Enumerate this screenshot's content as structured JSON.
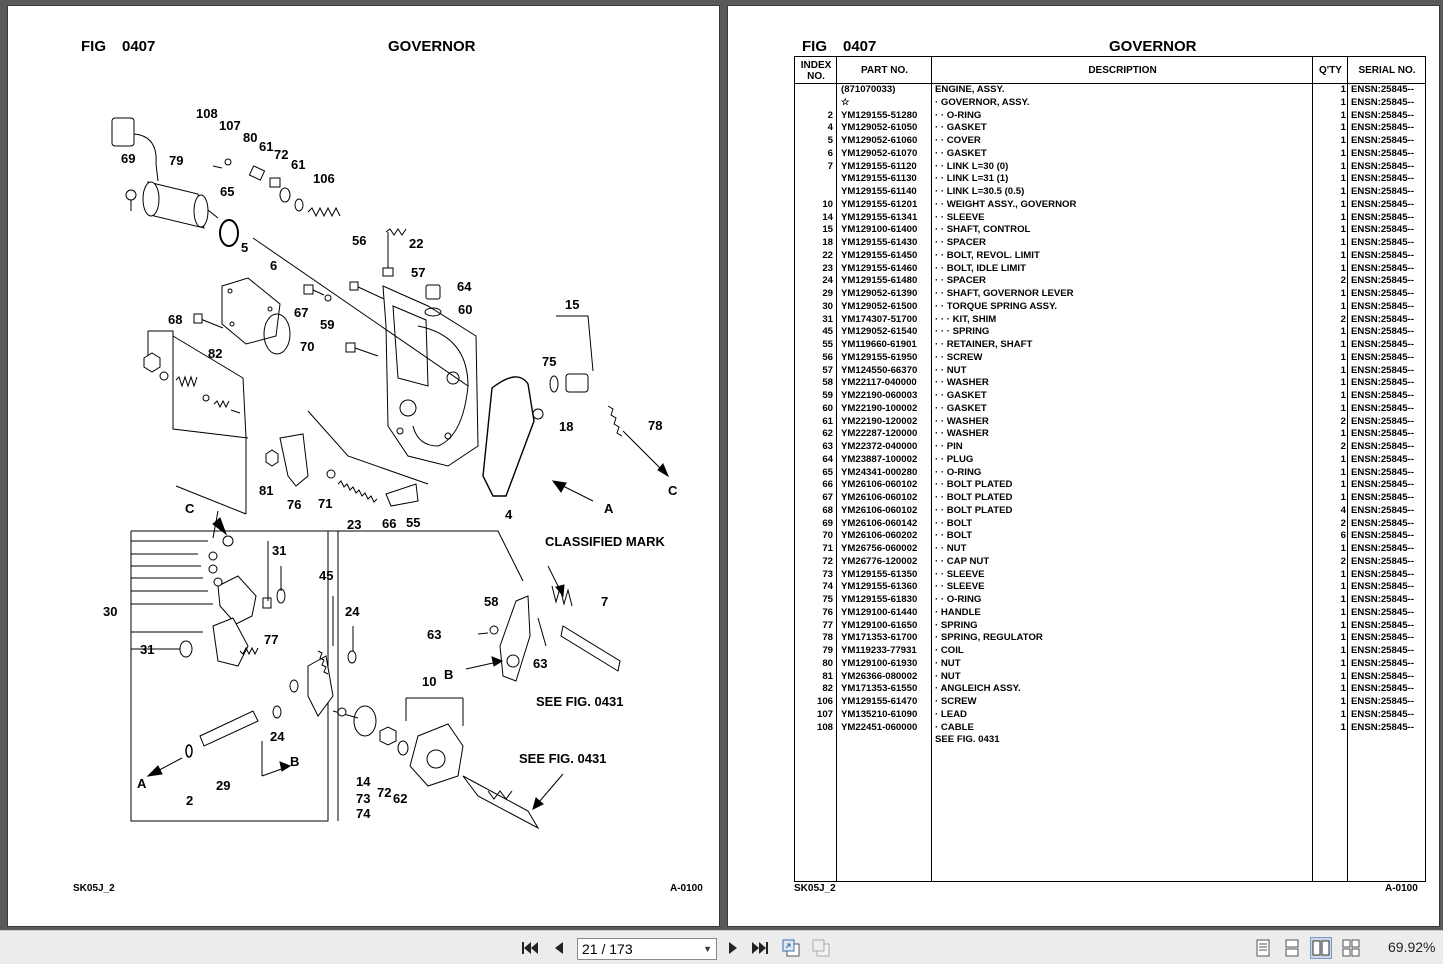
{
  "left_page": {
    "fig_label": "FIG",
    "fig_number": "0407",
    "title": "GOVERNOR",
    "footer_left": "SK05J_2",
    "footer_right": "A-0100",
    "callouts": {
      "c108": "108",
      "c107": "107",
      "c80": "80",
      "c61a": "61",
      "c72a": "72",
      "c61b": "61",
      "c106": "106",
      "c69": "69",
      "c79": "79",
      "c65": "65",
      "c5": "5",
      "c6": "6",
      "c56": "56",
      "c22": "22",
      "c57": "57",
      "c64": "64",
      "c60": "60",
      "c67": "67",
      "c59": "59",
      "c68": "68",
      "c82": "82",
      "c70": "70",
      "c15": "15",
      "c75": "75",
      "c18": "18",
      "c78": "78",
      "cA1": "A",
      "cC1": "C",
      "c81": "81",
      "c76": "76",
      "c71": "71",
      "c23": "23",
      "c66": "66",
      "c55": "55",
      "c4": "4",
      "cC2": "C",
      "c31a": "31",
      "c45": "45",
      "classified": "CLASSIFIED MARK",
      "c30": "30",
      "c24a": "24",
      "c77": "77",
      "c58": "58",
      "c7": "7",
      "c63a": "63",
      "c63b": "63",
      "c31b": "31",
      "cB1": "B",
      "c10": "10",
      "see1": "SEE FIG. 0431",
      "cA2": "A",
      "c24b": "24",
      "cB2": "B",
      "c29": "29",
      "c2": "2",
      "c14": "14",
      "c73": "73",
      "c74": "74",
      "c72b": "72",
      "c62": "62",
      "see2": "SEE FIG. 0431"
    }
  },
  "right_page": {
    "fig_label": "FIG",
    "fig_number": "0407",
    "title": "GOVERNOR",
    "footer_left": "SK05J_2",
    "footer_right": "A-0100",
    "columns": {
      "index": "INDEX NO.",
      "part": "PART NO.",
      "desc": "DESCRIPTION",
      "qty": "Q'TY",
      "serial": "SERIAL NO."
    },
    "rows": [
      {
        "idx": "",
        "part": "(871070033)",
        "desc": "ENGINE, ASSY.",
        "qty": "1",
        "serial": "ENSN:25845--"
      },
      {
        "idx": "",
        "part": "☆",
        "desc": "· GOVERNOR, ASSY.",
        "qty": "1",
        "serial": "ENSN:25845--"
      },
      {
        "idx": "2",
        "part": "YM129155-51280",
        "desc": "· · O-RING",
        "qty": "1",
        "serial": "ENSN:25845--"
      },
      {
        "idx": "4",
        "part": "YM129052-61050",
        "desc": "· · GASKET",
        "qty": "1",
        "serial": "ENSN:25845--"
      },
      {
        "idx": "5",
        "part": "YM129052-61060",
        "desc": "· · COVER",
        "qty": "1",
        "serial": "ENSN:25845--"
      },
      {
        "idx": "6",
        "part": "YM129052-61070",
        "desc": "· · GASKET",
        "qty": "1",
        "serial": "ENSN:25845--"
      },
      {
        "idx": "7",
        "part": "YM129155-61120",
        "desc": "· · LINK L=30 (0)",
        "qty": "1",
        "serial": "ENSN:25845--"
      },
      {
        "idx": "",
        "part": "YM129155-61130",
        "desc": "· · LINK L=31 (1)",
        "qty": "1",
        "serial": "ENSN:25845--"
      },
      {
        "idx": "",
        "part": "YM129155-61140",
        "desc": "· · LINK L=30.5 (0.5)",
        "qty": "1",
        "serial": "ENSN:25845--"
      },
      {
        "idx": "10",
        "part": "YM129155-61201",
        "desc": "· · WEIGHT ASSY., GOVERNOR",
        "qty": "1",
        "serial": "ENSN:25845--"
      },
      {
        "idx": "14",
        "part": "YM129155-61341",
        "desc": "· · SLEEVE",
        "qty": "1",
        "serial": "ENSN:25845--"
      },
      {
        "idx": "15",
        "part": "YM129100-61400",
        "desc": "· · SHAFT, CONTROL",
        "qty": "1",
        "serial": "ENSN:25845--"
      },
      {
        "idx": "18",
        "part": "YM129155-61430",
        "desc": "· · SPACER",
        "qty": "1",
        "serial": "ENSN:25845--"
      },
      {
        "idx": "22",
        "part": "YM129155-61450",
        "desc": "· · BOLT, REVOL. LIMIT",
        "qty": "1",
        "serial": "ENSN:25845--"
      },
      {
        "idx": "23",
        "part": "YM129155-61460",
        "desc": "· · BOLT, IDLE LIMIT",
        "qty": "1",
        "serial": "ENSN:25845--"
      },
      {
        "idx": "24",
        "part": "YM129155-61480",
        "desc": "· · SPACER",
        "qty": "2",
        "serial": "ENSN:25845--"
      },
      {
        "idx": "29",
        "part": "YM129052-61390",
        "desc": "· · SHAFT, GOVERNOR LEVER",
        "qty": "1",
        "serial": "ENSN:25845--"
      },
      {
        "idx": "30",
        "part": "YM129052-61500",
        "desc": "· · TORQUE SPRING ASSY.",
        "qty": "1",
        "serial": "ENSN:25845--"
      },
      {
        "idx": "31",
        "part": "YM174307-51700",
        "desc": "· · · KIT, SHIM",
        "qty": "2",
        "serial": "ENSN:25845--"
      },
      {
        "idx": "45",
        "part": "YM129052-61540",
        "desc": "· · · SPRING",
        "qty": "1",
        "serial": "ENSN:25845--"
      },
      {
        "idx": "55",
        "part": "YM119660-61901",
        "desc": "· · RETAINER, SHAFT",
        "qty": "1",
        "serial": "ENSN:25845--"
      },
      {
        "idx": "56",
        "part": "YM129155-61950",
        "desc": "· · SCREW",
        "qty": "1",
        "serial": "ENSN:25845--"
      },
      {
        "idx": "57",
        "part": "YM124550-66370",
        "desc": "· · NUT",
        "qty": "1",
        "serial": "ENSN:25845--"
      },
      {
        "idx": "58",
        "part": "YM22117-040000",
        "desc": "· · WASHER",
        "qty": "1",
        "serial": "ENSN:25845--"
      },
      {
        "idx": "59",
        "part": "YM22190-060003",
        "desc": "· · GASKET",
        "qty": "1",
        "serial": "ENSN:25845--"
      },
      {
        "idx": "60",
        "part": "YM22190-100002",
        "desc": "· · GASKET",
        "qty": "1",
        "serial": "ENSN:25845--"
      },
      {
        "idx": "61",
        "part": "YM22190-120002",
        "desc": "· · WASHER",
        "qty": "2",
        "serial": "ENSN:25845--"
      },
      {
        "idx": "62",
        "part": "YM22287-120000",
        "desc": "· · WASHER",
        "qty": "1",
        "serial": "ENSN:25845--"
      },
      {
        "idx": "63",
        "part": "YM22372-040000",
        "desc": "· · PIN",
        "qty": "2",
        "serial": "ENSN:25845--"
      },
      {
        "idx": "64",
        "part": "YM23887-100002",
        "desc": "· · PLUG",
        "qty": "1",
        "serial": "ENSN:25845--"
      },
      {
        "idx": "65",
        "part": "YM24341-000280",
        "desc": "· · O-RING",
        "qty": "1",
        "serial": "ENSN:25845--"
      },
      {
        "idx": "66",
        "part": "YM26106-060102",
        "desc": "· · BOLT PLATED",
        "qty": "1",
        "serial": "ENSN:25845--"
      },
      {
        "idx": "67",
        "part": "YM26106-060102",
        "desc": "· · BOLT PLATED",
        "qty": "1",
        "serial": "ENSN:25845--"
      },
      {
        "idx": "68",
        "part": "YM26106-060102",
        "desc": "· · BOLT PLATED",
        "qty": "4",
        "serial": "ENSN:25845--"
      },
      {
        "idx": "69",
        "part": "YM26106-060142",
        "desc": "· · BOLT",
        "qty": "2",
        "serial": "ENSN:25845--"
      },
      {
        "idx": "70",
        "part": "YM26106-060202",
        "desc": "· · BOLT",
        "qty": "6",
        "serial": "ENSN:25845--"
      },
      {
        "idx": "71",
        "part": "YM26756-060002",
        "desc": "· · NUT",
        "qty": "1",
        "serial": "ENSN:25845--"
      },
      {
        "idx": "72",
        "part": "YM26776-120002",
        "desc": "· · CAP NUT",
        "qty": "2",
        "serial": "ENSN:25845--"
      },
      {
        "idx": "73",
        "part": "YM129155-61350",
        "desc": "· · SLEEVE",
        "qty": "1",
        "serial": "ENSN:25845--"
      },
      {
        "idx": "74",
        "part": "YM129155-61360",
        "desc": "· · SLEEVE",
        "qty": "1",
        "serial": "ENSN:25845--"
      },
      {
        "idx": "75",
        "part": "YM129155-61830",
        "desc": "· · O-RING",
        "qty": "1",
        "serial": "ENSN:25845--"
      },
      {
        "idx": "76",
        "part": "YM129100-61440",
        "desc": "· HANDLE",
        "qty": "1",
        "serial": "ENSN:25845--"
      },
      {
        "idx": "77",
        "part": "YM129100-61650",
        "desc": "· SPRING",
        "qty": "1",
        "serial": "ENSN:25845--"
      },
      {
        "idx": "78",
        "part": "YM171353-61700",
        "desc": "· SPRING, REGULATOR",
        "qty": "1",
        "serial": "ENSN:25845--"
      },
      {
        "idx": "79",
        "part": "YM119233-77931",
        "desc": "· COIL",
        "qty": "1",
        "serial": "ENSN:25845--"
      },
      {
        "idx": "80",
        "part": "YM129100-61930",
        "desc": "· NUT",
        "qty": "1",
        "serial": "ENSN:25845--"
      },
      {
        "idx": "81",
        "part": "YM26366-080002",
        "desc": "· NUT",
        "qty": "1",
        "serial": "ENSN:25845--"
      },
      {
        "idx": "82",
        "part": "YM171353-61550",
        "desc": "· ANGLEICH ASSY.",
        "qty": "1",
        "serial": "ENSN:25845--"
      },
      {
        "idx": "106",
        "part": "YM129155-61470",
        "desc": "· SCREW",
        "qty": "1",
        "serial": "ENSN:25845--"
      },
      {
        "idx": "107",
        "part": "YM135210-61090",
        "desc": "· LEAD",
        "qty": "1",
        "serial": "ENSN:25845--"
      },
      {
        "idx": "108",
        "part": "YM22451-060000",
        "desc": "· CABLE",
        "qty": "1",
        "serial": "ENSN:25845--"
      },
      {
        "idx": "",
        "part": "",
        "desc": "SEE FIG. 0431",
        "qty": "",
        "serial": ""
      }
    ]
  },
  "toolbar": {
    "page_value": "21 / 173",
    "zoom": "69.92%",
    "icons": [
      "first-page-icon",
      "prev-page-icon",
      "next-page-icon",
      "last-page-icon",
      "go-back-icon",
      "go-forward-icon",
      "single-page-icon",
      "continuous-page-icon",
      "two-page-icon",
      "two-page-continuous-icon"
    ]
  }
}
